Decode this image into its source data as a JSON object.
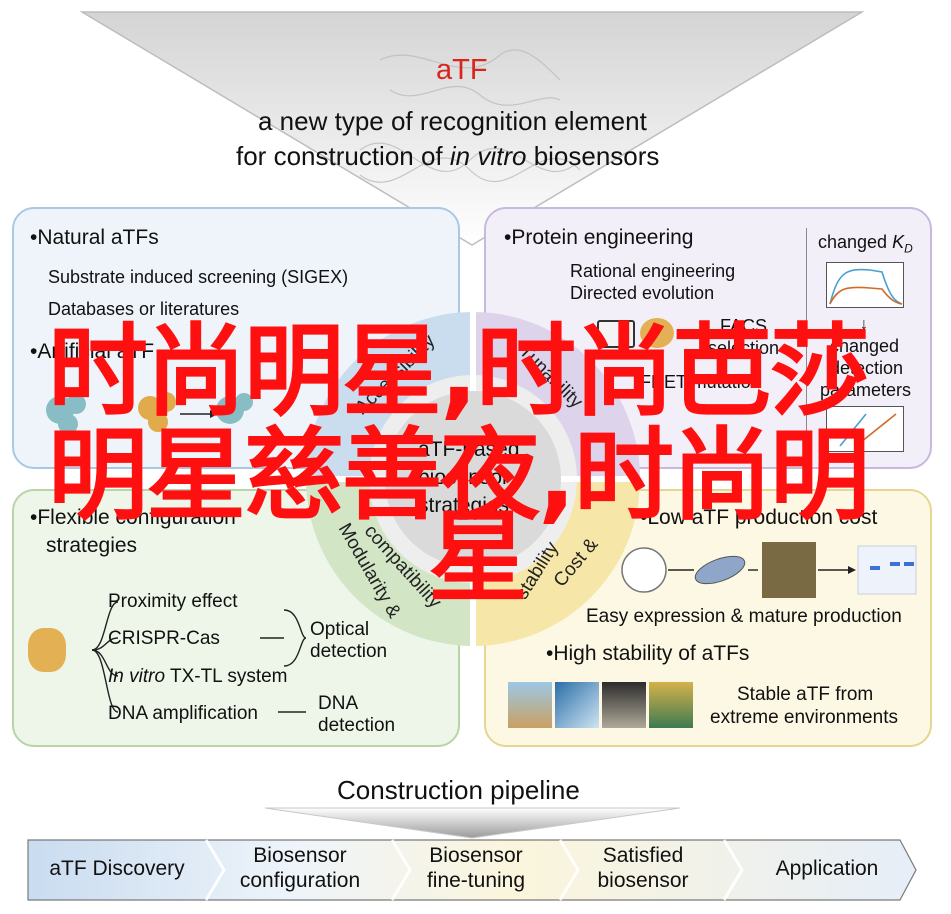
{
  "header": {
    "title": "aTF",
    "subtitle_line1": "a new type of recognition element",
    "subtitle_line2_pre": "for construction of ",
    "subtitle_line2_em": "in vitro",
    "subtitle_line2_post": " biosensors"
  },
  "top_left": {
    "bullet1": "•Natural aTFs",
    "item1": "Substrate induced screening (SIGEX)",
    "item2": "Databases or literatures",
    "bullet2": "•Artificial aTF"
  },
  "top_right": {
    "bullet": "•Protein engineering",
    "item1": "Rational engineering",
    "item2": "Directed evolution",
    "facs1": "FACS",
    "facs2": "selection",
    "fret": "FRET mutation",
    "kd_label_pre": "changed ",
    "kd_label_k": "K",
    "kd_label_sub": "D",
    "changed1": "changed",
    "changed2": "detection",
    "changed3": "parameters"
  },
  "wheel": {
    "center1": "aTF-based",
    "center2": "biosensor",
    "center3": "strategies",
    "seg_accessibility": "Accessibility",
    "seg_tunability": "Tunability",
    "seg_modularity": "Modularity &",
    "seg_compatibility": "compatibility",
    "seg_cost": "Cost &",
    "seg_stability": "stability"
  },
  "bottom_left": {
    "bullet1": "•Flexible configuration",
    "bullet2": "strategies",
    "item1": "Proximity effect",
    "item2": "CRISPR-Cas",
    "item3_em": "In vitro",
    "item3_rest": " TX-TL system",
    "item4": "DNA amplification",
    "optical1": "Optical",
    "optical2": "detection",
    "dna1": "DNA",
    "dna2": "detection"
  },
  "bottom_right": {
    "bullet1": "•Low aTF production cost",
    "caption1": "Easy expression & mature production",
    "bullet2": "•High stability of aTFs",
    "stable1": "Stable aTF from",
    "stable2": "extreme environments"
  },
  "pipeline": {
    "title": "Construction pipeline",
    "steps": [
      {
        "line1": "aTF Discovery",
        "line2": ""
      },
      {
        "line1": "Biosensor",
        "line2": "configuration"
      },
      {
        "line1": "Biosensor",
        "line2": "fine-tuning"
      },
      {
        "line1": "Satisfied",
        "line2": "biosensor"
      },
      {
        "line1": "Application",
        "line2": ""
      }
    ]
  },
  "overlay": {
    "line1": "时尚明星,时尚芭莎",
    "line2": "明星慈善夜,时尚明",
    "line3": "星"
  },
  "colors": {
    "panel_blue": "#eef4fa",
    "panel_purple": "#f3eff8",
    "panel_green": "#eef6ea",
    "panel_yellow": "#fdf8e4",
    "overlay_red": "#ff1010",
    "title_red": "#d9261c"
  }
}
